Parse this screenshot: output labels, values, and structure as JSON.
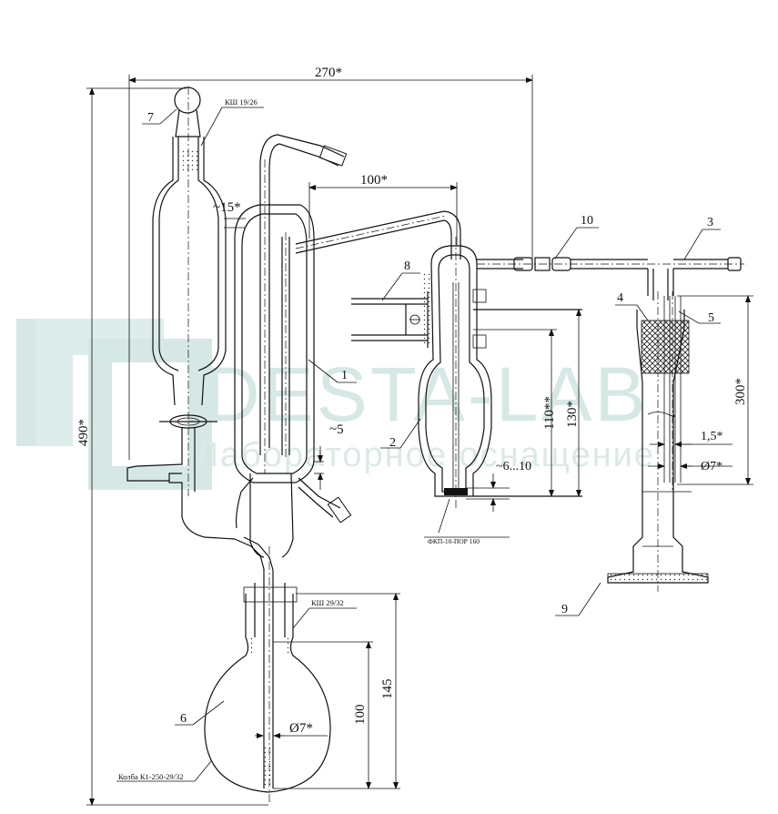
{
  "watermark": {
    "brand": "DESTA-LAB",
    "tagline": "Лабораторное оснащение",
    "color": "#cfe4e1"
  },
  "dimensions": {
    "overall_width": "270*",
    "overall_height": "490*",
    "condenser_spacing": "100*",
    "neck_gap": "~15*",
    "gap_5": "~5",
    "trap_110": "110**",
    "trap_130": "130*",
    "frit_gap": "~6...10",
    "cylinder_300": "300*",
    "wall_1_5": "1,5*",
    "tube_d7": "Ø7*",
    "flask_145": "145",
    "flask_100": "100",
    "inlet_d7": "Ø7*"
  },
  "labels": {
    "joint_top": "КШ 19/26",
    "joint_flask": "КШ 29/32",
    "frit": "ФКП-10-ПОР 160",
    "flask": "Колба К1-250-29/32"
  },
  "callouts": {
    "n1": "1",
    "n2": "2",
    "n3": "3",
    "n4": "4",
    "n5": "5",
    "n6": "6",
    "n7": "7",
    "n8": "8",
    "n9": "9",
    "n10": "10"
  }
}
